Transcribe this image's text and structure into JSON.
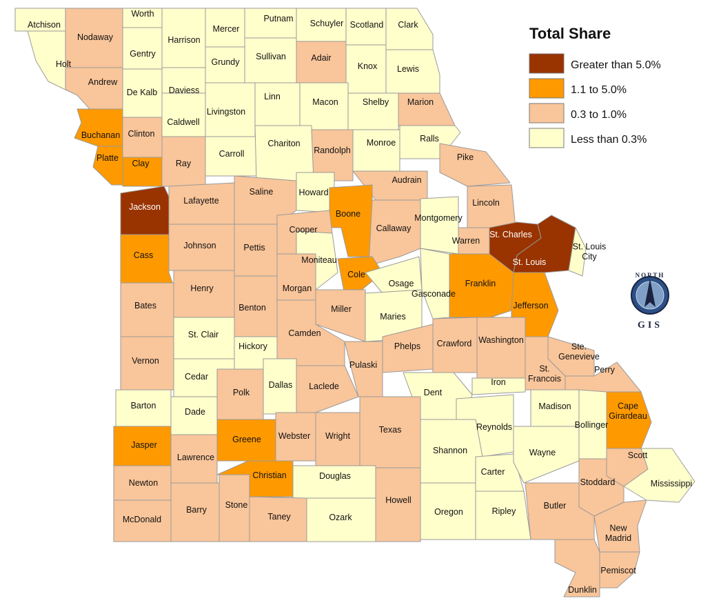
{
  "legend": {
    "title": "Total Share",
    "items": [
      {
        "label": "Greater than 5.0%",
        "color": "#993300"
      },
      {
        "label": "1.1 to 5.0%",
        "color": "#ff9900"
      },
      {
        "label": "0.3 to 1.0%",
        "color": "#f9c59a"
      },
      {
        "label": "Less than 0.3%",
        "color": "#ffffcc"
      }
    ]
  },
  "logo": {
    "top": "NORTH",
    "bottom": "GIS"
  },
  "map": {
    "state": "Missouri",
    "counties": [
      {
        "name": "Atchison",
        "class": 3
      },
      {
        "name": "Nodaway",
        "class": 2
      },
      {
        "name": "Worth",
        "class": 3
      },
      {
        "name": "Harrison",
        "class": 3
      },
      {
        "name": "Mercer",
        "class": 3
      },
      {
        "name": "Putnam",
        "class": 3
      },
      {
        "name": "Schuyler",
        "class": 3
      },
      {
        "name": "Scotland",
        "class": 3
      },
      {
        "name": "Clark",
        "class": 3
      },
      {
        "name": "Holt",
        "class": 3
      },
      {
        "name": "Gentry",
        "class": 3
      },
      {
        "name": "Grundy",
        "class": 3
      },
      {
        "name": "Sullivan",
        "class": 3
      },
      {
        "name": "Adair",
        "class": 2
      },
      {
        "name": "Knox",
        "class": 3
      },
      {
        "name": "Lewis",
        "class": 3
      },
      {
        "name": "Andrew",
        "class": 2
      },
      {
        "name": "De Kalb",
        "class": 3
      },
      {
        "name": "Daviess",
        "class": 3
      },
      {
        "name": "Livingston",
        "class": 3
      },
      {
        "name": "Linn",
        "class": 3
      },
      {
        "name": "Macon",
        "class": 3
      },
      {
        "name": "Shelby",
        "class": 3
      },
      {
        "name": "Marion",
        "class": 2
      },
      {
        "name": "Buchanan",
        "class": 1
      },
      {
        "name": "Clinton",
        "class": 2
      },
      {
        "name": "Caldwell",
        "class": 3
      },
      {
        "name": "Carroll",
        "class": 3
      },
      {
        "name": "Chariton",
        "class": 3
      },
      {
        "name": "Randolph",
        "class": 2
      },
      {
        "name": "Monroe",
        "class": 3
      },
      {
        "name": "Ralls",
        "class": 3
      },
      {
        "name": "Platte",
        "class": 1
      },
      {
        "name": "Clay",
        "class": 1
      },
      {
        "name": "Ray",
        "class": 2
      },
      {
        "name": "Pike",
        "class": 2
      },
      {
        "name": "Howard",
        "class": 3
      },
      {
        "name": "Audrain",
        "class": 2
      },
      {
        "name": "Jackson",
        "class": 0
      },
      {
        "name": "Lafayette",
        "class": 2
      },
      {
        "name": "Saline",
        "class": 2
      },
      {
        "name": "Boone",
        "class": 1
      },
      {
        "name": "Lincoln",
        "class": 2
      },
      {
        "name": "Montgomery",
        "class": 3
      },
      {
        "name": "Cooper",
        "class": 2
      },
      {
        "name": "Callaway",
        "class": 2
      },
      {
        "name": "St. Charles",
        "class": 0
      },
      {
        "name": "Warren",
        "class": 2
      },
      {
        "name": "St. Louis",
        "class": 0
      },
      {
        "name": "St. Louis City",
        "class": 3
      },
      {
        "name": "Johnson",
        "class": 2
      },
      {
        "name": "Pettis",
        "class": 2
      },
      {
        "name": "Cass",
        "class": 1
      },
      {
        "name": "Moniteau",
        "class": 3
      },
      {
        "name": "Cole",
        "class": 1
      },
      {
        "name": "Osage",
        "class": 3
      },
      {
        "name": "Gasconade",
        "class": 3
      },
      {
        "name": "Franklin",
        "class": 1
      },
      {
        "name": "Henry",
        "class": 2
      },
      {
        "name": "Benton",
        "class": 2
      },
      {
        "name": "Morgan",
        "class": 2
      },
      {
        "name": "Miller",
        "class": 2
      },
      {
        "name": "Maries",
        "class": 3
      },
      {
        "name": "Jefferson",
        "class": 1
      },
      {
        "name": "Bates",
        "class": 2
      },
      {
        "name": "St. Clair",
        "class": 3
      },
      {
        "name": "Hickory",
        "class": 3
      },
      {
        "name": "Camden",
        "class": 2
      },
      {
        "name": "Phelps",
        "class": 2
      },
      {
        "name": "Crawford",
        "class": 2
      },
      {
        "name": "Washington",
        "class": 2
      },
      {
        "name": "Ste. Genevieve",
        "class": 2
      },
      {
        "name": "St. Francois",
        "class": 2
      },
      {
        "name": "Perry",
        "class": 2
      },
      {
        "name": "Vernon",
        "class": 2
      },
      {
        "name": "Cedar",
        "class": 3
      },
      {
        "name": "Dallas",
        "class": 3
      },
      {
        "name": "Polk",
        "class": 2
      },
      {
        "name": "Laclede",
        "class": 2
      },
      {
        "name": "Pulaski",
        "class": 2
      },
      {
        "name": "Dent",
        "class": 3
      },
      {
        "name": "Iron",
        "class": 3
      },
      {
        "name": "Madison",
        "class": 3
      },
      {
        "name": "Cape Girardeau",
        "class": 1
      },
      {
        "name": "Barton",
        "class": 3
      },
      {
        "name": "Dade",
        "class": 3
      },
      {
        "name": "Greene",
        "class": 1
      },
      {
        "name": "Webster",
        "class": 2
      },
      {
        "name": "Wright",
        "class": 2
      },
      {
        "name": "Texas",
        "class": 2
      },
      {
        "name": "Reynolds",
        "class": 3
      },
      {
        "name": "Bollinger",
        "class": 3
      },
      {
        "name": "Jasper",
        "class": 1
      },
      {
        "name": "Lawrence",
        "class": 2
      },
      {
        "name": "Christian",
        "class": 1
      },
      {
        "name": "Douglas",
        "class": 3
      },
      {
        "name": "Shannon",
        "class": 3
      },
      {
        "name": "Carter",
        "class": 3
      },
      {
        "name": "Wayne",
        "class": 3
      },
      {
        "name": "Scott",
        "class": 2
      },
      {
        "name": "Stoddard",
        "class": 2
      },
      {
        "name": "Mississippi",
        "class": 3
      },
      {
        "name": "Newton",
        "class": 2
      },
      {
        "name": "Barry",
        "class": 2
      },
      {
        "name": "Stone",
        "class": 2
      },
      {
        "name": "Taney",
        "class": 2
      },
      {
        "name": "Ozark",
        "class": 3
      },
      {
        "name": "Howell",
        "class": 2
      },
      {
        "name": "Oregon",
        "class": 3
      },
      {
        "name": "Ripley",
        "class": 3
      },
      {
        "name": "Butler",
        "class": 2
      },
      {
        "name": "New Madrid",
        "class": 2
      },
      {
        "name": "McDonald",
        "class": 2
      },
      {
        "name": "Pemiscot",
        "class": 2
      },
      {
        "name": "Dunklin",
        "class": 2
      }
    ]
  }
}
